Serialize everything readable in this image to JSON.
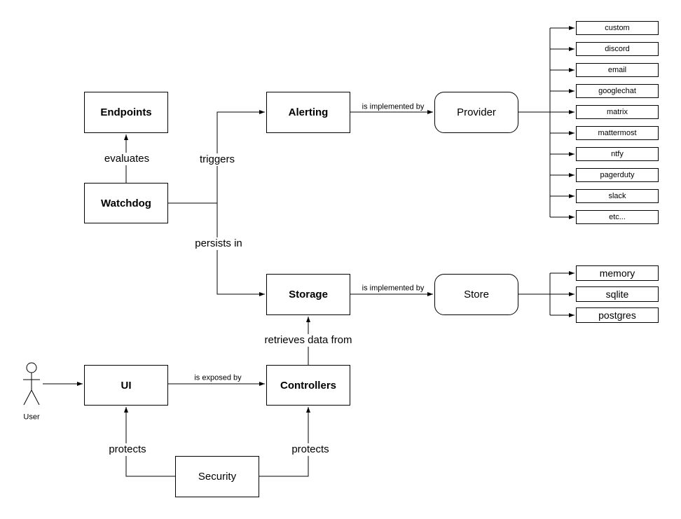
{
  "colors": {
    "background": "#ffffff",
    "line": "#000000",
    "text": "#000000"
  },
  "nodes": {
    "endpoints": "Endpoints",
    "watchdog": "Watchdog",
    "alerting": "Alerting",
    "storage": "Storage",
    "provider": "Provider",
    "store": "Store",
    "ui": "UI",
    "controllers": "Controllers",
    "security": "Security"
  },
  "edges": {
    "evaluates": "evaluates",
    "triggers": "triggers",
    "persists_in": "persists in",
    "alerting_implemented_by": "is implemented by",
    "storage_implemented_by": "is implemented by",
    "is_exposed_by": "is exposed by",
    "retrieves_data_from": "retrieves data from",
    "protects_ui": "protects",
    "protects_controllers": "protects"
  },
  "providers": [
    "custom",
    "discord",
    "email",
    "googlechat",
    "matrix",
    "mattermost",
    "ntfy",
    "pagerduty",
    "slack",
    "etc..."
  ],
  "stores": [
    "memory",
    "sqlite",
    "postgres"
  ],
  "actor": {
    "label": "User"
  }
}
